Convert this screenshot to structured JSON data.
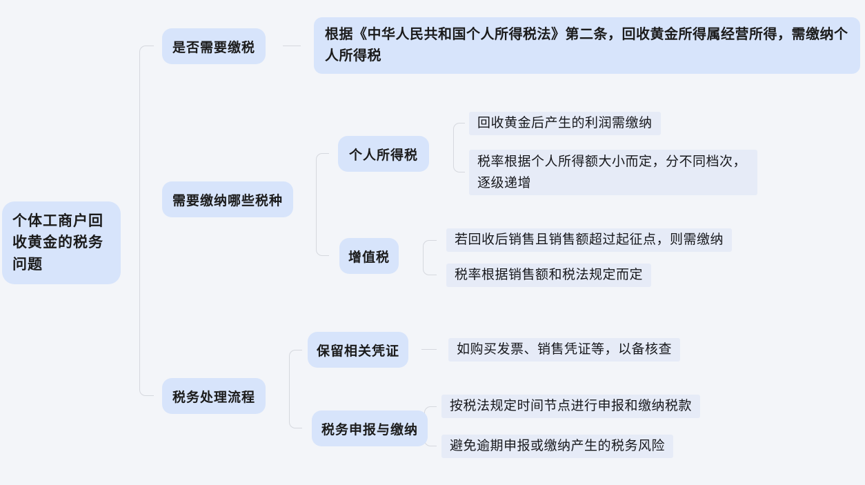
{
  "mindmap": {
    "root": {
      "label": "个体工商户回收黄金的税务问题"
    },
    "branch_pay_required": {
      "label": "是否需要缴税",
      "detail": "根据《中华人民共和国个人所得税法》第二条，回收黄金所得属经营所得，需缴纳个人所得税"
    },
    "branch_tax_types": {
      "label": "需要缴纳哪些税种",
      "personal_income_tax": {
        "label": "个人所得税",
        "leaves": [
          "回收黄金后产生的利润需缴纳",
          "税率根据个人所得额大小而定，分不同档次，逐级递增"
        ]
      },
      "vat": {
        "label": "增值税",
        "leaves": [
          "若回收后销售且销售额超过起征点，则需缴纳",
          "税率根据销售额和税法规定而定"
        ]
      }
    },
    "branch_process": {
      "label": "税务处理流程",
      "keep_vouchers": {
        "label": "保留相关凭证",
        "leaves": [
          "如购买发票、销售凭证等，以备核查"
        ]
      },
      "declare_pay": {
        "label": "税务申报与缴纳",
        "leaves": [
          "按税法规定时间节点进行申报和缴纳税款",
          "避免逾期申报或缴纳产生的税务风险"
        ]
      }
    }
  },
  "colors": {
    "background": "#f3f5f9",
    "node_background": "#d7e4fb",
    "leaf_background": "#e6ebf7",
    "connector_line": "#d5d8de",
    "text": "#1b1b1b"
  }
}
